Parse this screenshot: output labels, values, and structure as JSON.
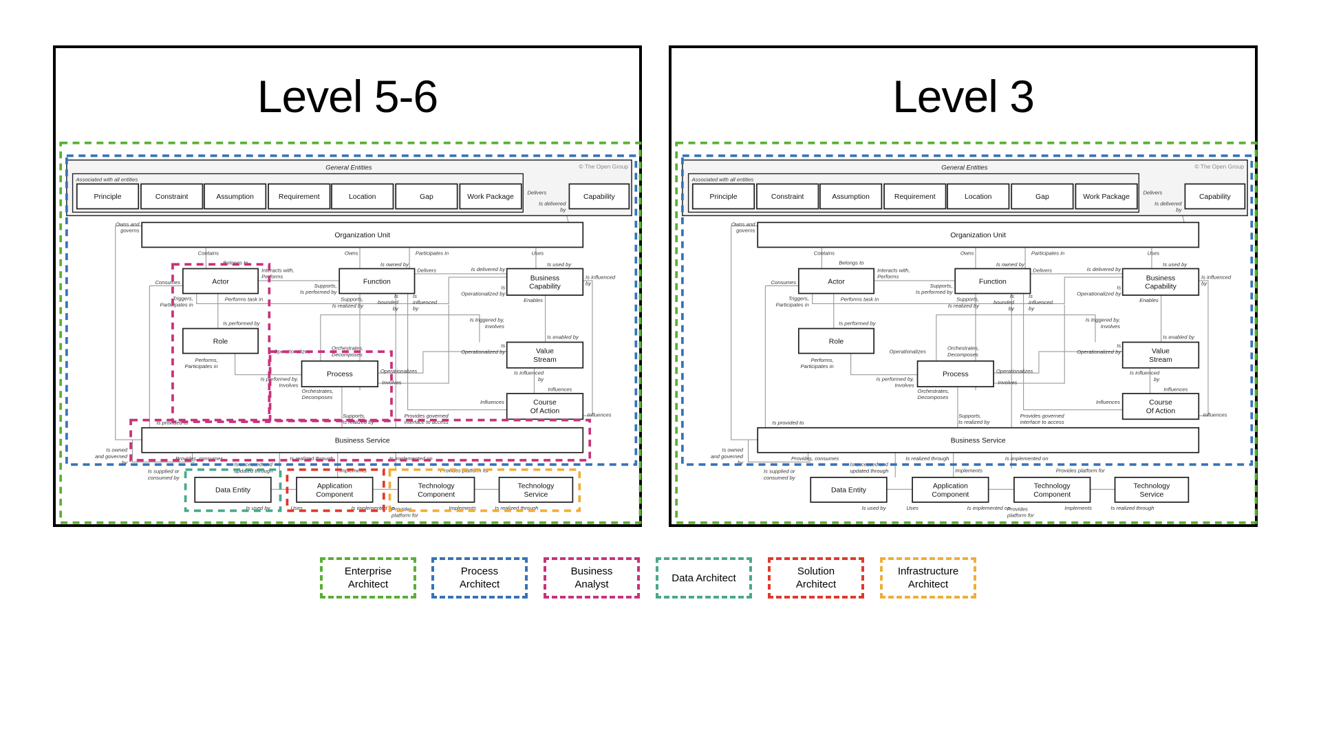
{
  "panels": [
    {
      "id": "left",
      "title": "Level 5-6",
      "zones": [
        "enterprise",
        "process",
        "business",
        "data",
        "solution",
        "infrastructure"
      ]
    },
    {
      "id": "right",
      "title": "Level 3",
      "zones": [
        "enterprise",
        "process"
      ]
    }
  ],
  "diagram": {
    "general_entities_title": "General Entities",
    "copyright": "© The Open Group",
    "associated_title": "Associated with all entities",
    "general_entities": [
      "Principle",
      "Constraint",
      "Assumption",
      "Requirement",
      "Location",
      "Gap",
      "Work Package"
    ],
    "capability": "Capability",
    "entities": {
      "organization_unit": "Organization Unit",
      "actor": "Actor",
      "function": "Function",
      "business_capability": [
        "Business",
        "Capability"
      ],
      "role": "Role",
      "process": "Process",
      "value_stream": [
        "Value",
        "Stream"
      ],
      "course_of_action": [
        "Course",
        "Of Action"
      ],
      "business_service": "Business Service",
      "data_entity": "Data Entity",
      "application_component": [
        "Application",
        "Component"
      ],
      "technology_component": [
        "Technology",
        "Component"
      ],
      "technology_service": [
        "Technology",
        "Service"
      ]
    },
    "relationship_labels": {
      "delivers": "Delivers",
      "is_delivered_by": [
        "Is delivered",
        "by"
      ],
      "owns_and_governs": [
        "Owns and",
        "governs"
      ],
      "contains": "Contains",
      "belongs_to": "Belongs to",
      "owns": "Owns",
      "participates_in": "Participates in",
      "uses": "Uses",
      "is_owned_by": "Is owned by",
      "delivers_fn": "Delivers",
      "is_delivered_by_bc": "Is delivered by",
      "is_used_by": "Is used by",
      "interacts_with": [
        "Interacts with,",
        "Performs"
      ],
      "consumes": "Consumes",
      "supports_performed": [
        "Supports,",
        "Is performed by"
      ],
      "is_influenced_by_bc": [
        "Is influenced",
        "by"
      ],
      "triggers": [
        "Triggers,",
        "Participates in"
      ],
      "performs_task_in": "Performs task in",
      "supports_realized": [
        "Supports,",
        "Is realized by"
      ],
      "is_bounded_by": [
        "Is",
        "bounded",
        "by"
      ],
      "is_influenced_by_fn": [
        "Is",
        "influenced",
        "by"
      ],
      "is_operationalized_by_bc": [
        "Is",
        "Operationalized by"
      ],
      "enables": "Enables",
      "is_performed_by": "Is performed by",
      "is_triggered_by": [
        "Is triggered by,",
        "Involves"
      ],
      "is_enabled_by": "Is enabled by",
      "operationalizes": "Operationalizes",
      "orchestrates_top": [
        "Orchestrates,",
        "Decomposes"
      ],
      "is_operationalized_by_vs": [
        "Is",
        "Operationalized by"
      ],
      "performs_participates": [
        "Performs,",
        "Participates in"
      ],
      "operationalizes_right": "Operationalizes",
      "is_performed_by_involves": [
        "Is performed by,",
        "Involves"
      ],
      "involves": "Involves",
      "is_influenced_by_vs": [
        "Is influenced",
        "by"
      ],
      "influences_vs": "Influences",
      "orchestrates_bottom": [
        "Orchestrates,",
        "Decomposes"
      ],
      "influences_coa": "Influences",
      "influences_right": "Influences",
      "is_provided_to": "Is provided to",
      "supports_realized_bs": [
        "Supports,",
        "Is realized by"
      ],
      "provides_governed": [
        "Provides governed",
        "interface to access"
      ],
      "is_owned_and_governed": [
        "Is owned",
        "and governed",
        "by"
      ],
      "provides_consumes": "Provides, consumes",
      "is_realized_through": "Is realized through",
      "is_implemented_on": "Is implemented on",
      "is_supplied_or_consumed": [
        "Is supplied or",
        "consumed by"
      ],
      "is_accessed_updated": [
        "Is accessed and",
        "updated through"
      ],
      "implements": "Implements",
      "provides_platform_for": "Provides platform for",
      "is_used_by_de": "Is used by",
      "uses_ac": "Uses",
      "is_implemented_on_ac": "Is implemented on",
      "provides_platform_tc": [
        "Provides",
        "platform for"
      ],
      "implements_tc": "Implements",
      "is_realized_through_ts": "Is realized through"
    }
  },
  "legend": [
    {
      "key": "enterprise",
      "label": [
        "Enterprise",
        "Architect"
      ],
      "color": "#5aaf35"
    },
    {
      "key": "process",
      "label": [
        "Process",
        "Architect"
      ],
      "color": "#3673b9"
    },
    {
      "key": "business",
      "label": [
        "Business",
        "Analyst"
      ],
      "color": "#c8327a"
    },
    {
      "key": "data",
      "label": [
        "Data Architect"
      ],
      "color": "#4aa88e"
    },
    {
      "key": "solution",
      "label": [
        "Solution",
        "Architect"
      ],
      "color": "#df3a2b"
    },
    {
      "key": "infrastructure",
      "label": [
        "Infrastructure",
        "Architect"
      ],
      "color": "#f0ad3a"
    }
  ]
}
